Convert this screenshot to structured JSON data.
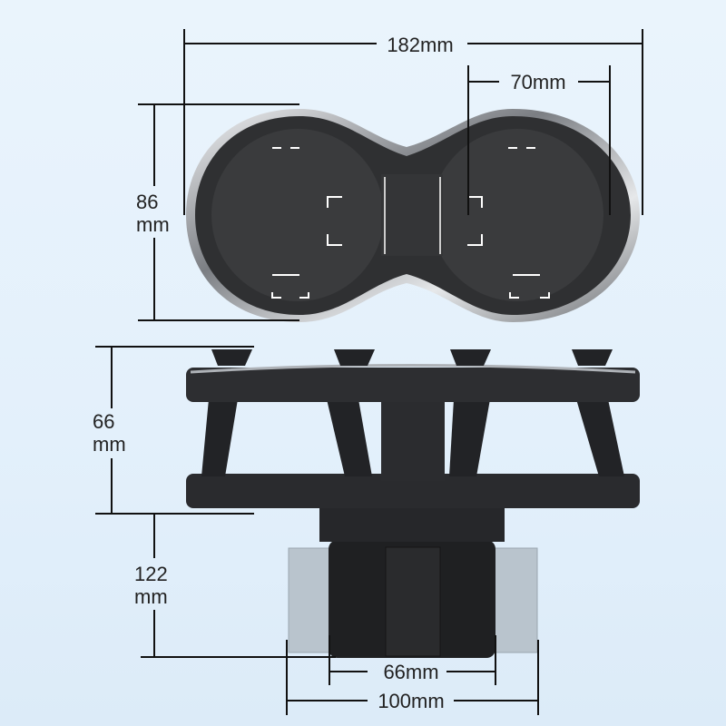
{
  "dimensions": {
    "total_width": "182mm",
    "cup_diameter": "70mm",
    "depth_top": "86",
    "depth_top_unit": "mm",
    "height_top": "66",
    "height_top_unit": "mm",
    "height_total": "122",
    "height_total_unit": "mm",
    "base_diameter": "66mm",
    "base_max_width": "100mm"
  },
  "colors": {
    "background": "#e6f2fc",
    "body": "#2e2f31",
    "chrome": "#b9bcc0",
    "expander": "#b8c3cc"
  }
}
